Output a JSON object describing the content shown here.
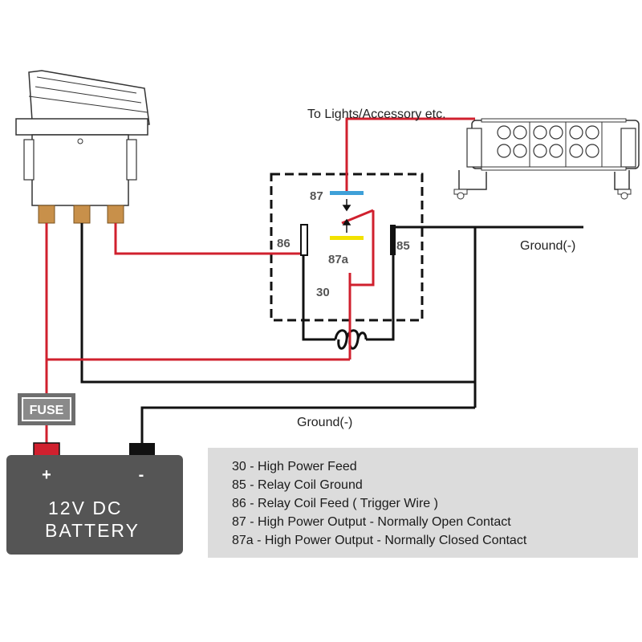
{
  "labels": {
    "to_lights": "To Lights/Accessory etc.",
    "ground_right": "Ground(-)",
    "ground_bottom": "Ground(-)",
    "fuse": "FUSE",
    "battery_line1": "12V DC",
    "battery_line2": "BATTERY",
    "battery_plus": "+",
    "battery_minus": "-"
  },
  "relay_pins": {
    "p87": "87",
    "p86": "86",
    "p85": "85",
    "p87a": "87a",
    "p30": "30"
  },
  "legend": [
    "30 - High Power Feed",
    "85 - Relay Coil Ground",
    "86 - Relay Coil Feed ( Trigger Wire )",
    "87 - High Power Output - Normally Open Contact",
    "87a - High Power Output - Normally Closed Contact"
  ],
  "colors": {
    "wire_red": "#d0202e",
    "wire_black": "#111111",
    "contact_87": "#3fa0d8",
    "contact_87a": "#f2e200",
    "terminal": "#c8904a",
    "battery": "#555555",
    "legend_bg": "#dcdcdc"
  }
}
